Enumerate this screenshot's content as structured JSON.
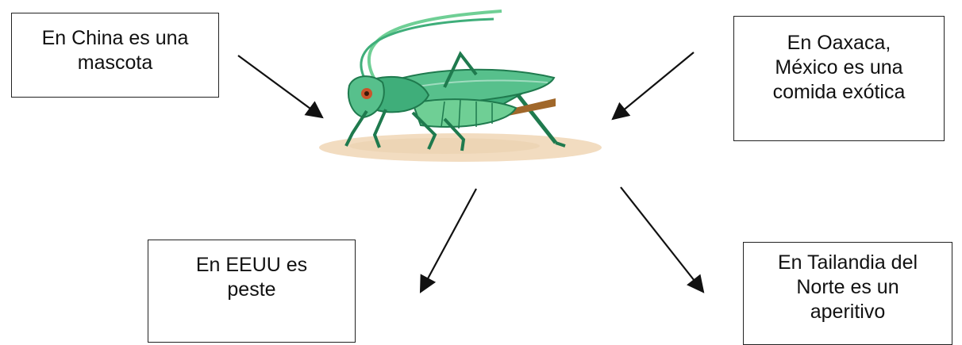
{
  "nodes": {
    "china": [
      "En China es una",
      "mascota"
    ],
    "oaxaca": [
      "En Oaxaca,",
      "México es una",
      "comida exótica"
    ],
    "eeuu": [
      "En EEUU es",
      "peste"
    ],
    "tailandia": [
      "En Tailandia del",
      "Norte es un",
      "aperitivo"
    ]
  },
  "colors": {
    "insect_body": "#3fae7a",
    "insect_dark": "#1f7a4e",
    "insect_light": "#9fdcbf",
    "ground": "#f2dcc0",
    "arrow": "#111111"
  },
  "icon": "grasshopper-icon"
}
